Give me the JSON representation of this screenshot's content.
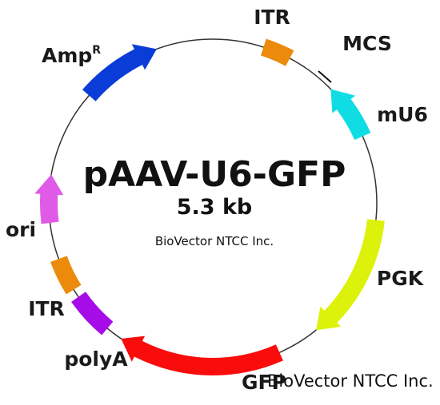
{
  "plasmid": {
    "name": "pAAV-U6-GFP",
    "size": "5.3 kb",
    "credit": "BioVector NTCC Inc."
  },
  "watermark": "BioVector NTCC Inc.",
  "features": {
    "itr_top": {
      "label": "ITR",
      "color": "#ec8a0c"
    },
    "mcs": {
      "label": "MCS"
    },
    "mu6": {
      "label": "mU6",
      "color": "#10dce4"
    },
    "pgk": {
      "label": "PGK",
      "color": "#dcf20a"
    },
    "gfp": {
      "label": "GFP",
      "color": "#f80c0c"
    },
    "polya": {
      "label": "polyA",
      "color": "#a60ce8"
    },
    "itr_bottom": {
      "label": "ITR",
      "color": "#ec8a0c"
    },
    "ori": {
      "label": "ori",
      "color": "#e05ae8"
    },
    "ampr": {
      "label": "Amp",
      "sup": "R",
      "color": "#0a3cd8"
    }
  }
}
